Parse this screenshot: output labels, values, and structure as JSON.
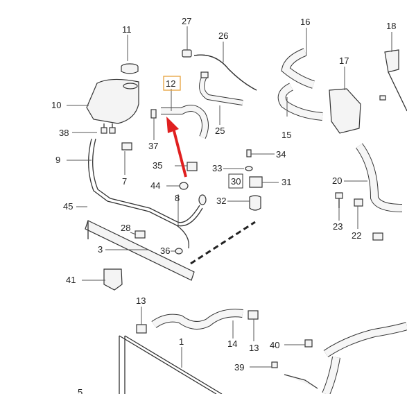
{
  "diagram": {
    "highlighted_part": "12",
    "boxed_part": "30",
    "arrow_color": "#e02020",
    "highlight_color": "#e6a23c",
    "labels": [
      "1",
      "3",
      "5",
      "7",
      "8",
      "9",
      "10",
      "11",
      "12",
      "13",
      "13",
      "14",
      "15",
      "16",
      "17",
      "18",
      "20",
      "22",
      "23",
      "25",
      "26",
      "27",
      "28",
      "30",
      "31",
      "32",
      "33",
      "34",
      "35",
      "36",
      "37",
      "38",
      "39",
      "40",
      "41",
      "44",
      "45"
    ]
  }
}
